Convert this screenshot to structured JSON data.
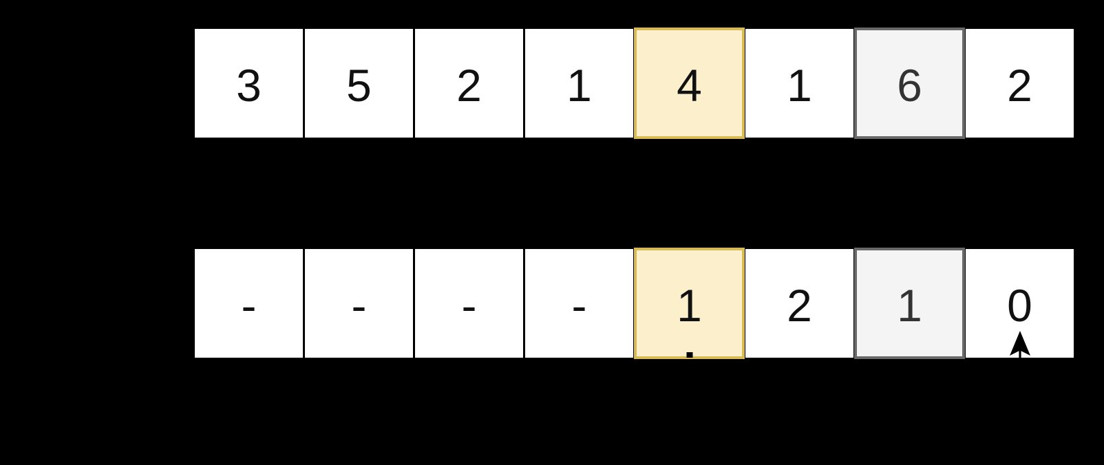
{
  "diagram": {
    "description": "Algorithm visualization: input array (top) and minimum-jumps array (bottom) on black background",
    "rows": [
      {
        "name": "input-array",
        "cells": [
          {
            "value": "3",
            "highlight": "none"
          },
          {
            "value": "5",
            "highlight": "none"
          },
          {
            "value": "2",
            "highlight": "none"
          },
          {
            "value": "1",
            "highlight": "none"
          },
          {
            "value": "4",
            "highlight": "current"
          },
          {
            "value": "1",
            "highlight": "none"
          },
          {
            "value": "6",
            "highlight": "visited"
          },
          {
            "value": "2",
            "highlight": "none"
          }
        ]
      },
      {
        "name": "jumps-array",
        "cells": [
          {
            "value": "-",
            "highlight": "none"
          },
          {
            "value": "-",
            "highlight": "none"
          },
          {
            "value": "-",
            "highlight": "none"
          },
          {
            "value": "-",
            "highlight": "none"
          },
          {
            "value": "1",
            "highlight": "current",
            "marker": "arrow-tip-notch"
          },
          {
            "value": "2",
            "highlight": "none"
          },
          {
            "value": "1",
            "highlight": "visited"
          },
          {
            "value": "0",
            "highlight": "none",
            "marker": "up-arrow"
          }
        ]
      }
    ],
    "colors": {
      "background": "#000000",
      "cell_bg": "#ffffff",
      "cell_text": "#111111",
      "highlight_current_bg": "#fcf0cc",
      "highlight_current_border": "#d8bb57",
      "highlight_visited_bg": "#f4f4f4",
      "highlight_visited_border": "#696969",
      "arrow": "#000000"
    }
  }
}
